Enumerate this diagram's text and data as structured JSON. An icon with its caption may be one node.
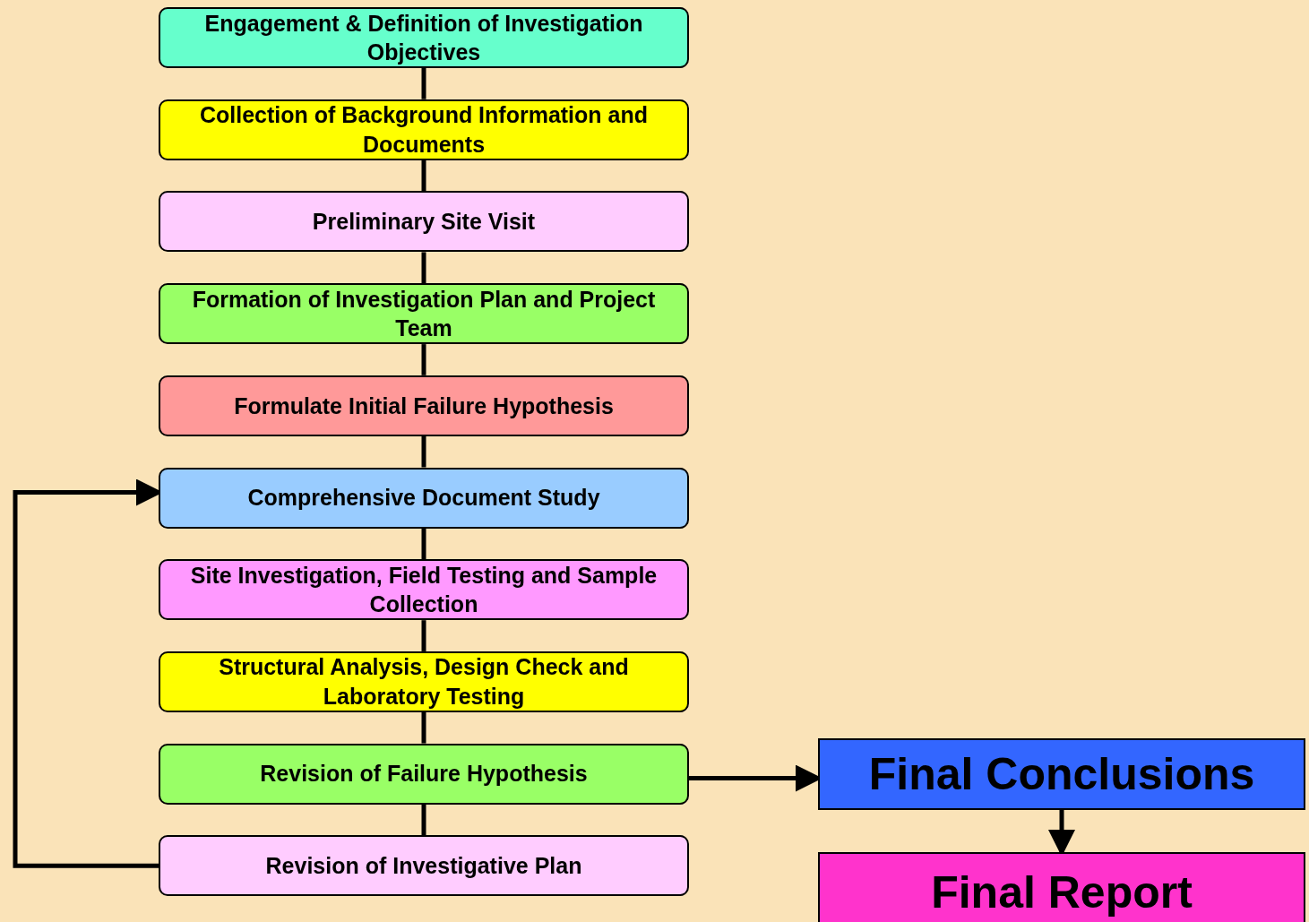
{
  "diagram": {
    "nodes": [
      {
        "text": [
          "Engagement & Definition of Investigation Objectives"
        ]
      },
      {
        "text": [
          "Collection of Background Information and Documents"
        ]
      },
      {
        "text": [
          "Preliminary Site Visit"
        ]
      },
      {
        "text": [
          "Formation of Investigation Plan and Project Team"
        ]
      },
      {
        "text": [
          "Formulate Initial Failure Hypothesis"
        ]
      },
      {
        "text": [
          "Comprehensive Document Study"
        ]
      },
      {
        "text": [
          "Site Investigation, Field Testing and Sample Collection"
        ]
      },
      {
        "text": [
          "Structural Analysis, Design Check and Laboratory Testing"
        ]
      },
      {
        "text": [
          "Revision of Failure Hypothesis"
        ]
      },
      {
        "text": [
          "Revision of Investigative Plan"
        ]
      },
      {
        "text": [
          "Final Conclusions"
        ]
      },
      {
        "text": [
          "Final Report"
        ]
      }
    ],
    "edges": [
      {
        "from": 0,
        "to": 1,
        "arrow": "none"
      },
      {
        "from": 1,
        "to": 2,
        "arrow": "none"
      },
      {
        "from": 2,
        "to": 3,
        "arrow": "none"
      },
      {
        "from": 3,
        "to": 4,
        "arrow": "none"
      },
      {
        "from": 4,
        "to": 5,
        "arrow": "none"
      },
      {
        "from": 5,
        "to": 6,
        "arrow": "none"
      },
      {
        "from": 6,
        "to": 7,
        "arrow": "none"
      },
      {
        "from": 7,
        "to": 8,
        "arrow": "none"
      },
      {
        "from": 8,
        "to": 9,
        "arrow": "none"
      },
      {
        "from": 9,
        "to": 5,
        "arrow": "to"
      },
      {
        "from": 8,
        "to": 10,
        "arrow": "to"
      },
      {
        "from": 10,
        "to": 11,
        "arrow": "to"
      }
    ]
  }
}
